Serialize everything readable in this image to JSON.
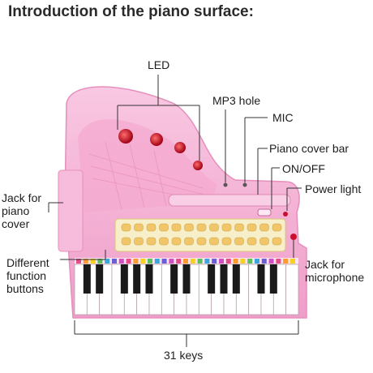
{
  "title": "Introduction of the piano surface:",
  "labels": {
    "led": "LED",
    "mp3_hole": "MP3 hole",
    "mic": "MIC",
    "cover_bar": "Piano cover bar",
    "on_off": "ON/OFF",
    "power_light": "Power light",
    "jack_cover": "Jack for\npiano\ncover",
    "function_buttons": "Different\nfunction\nbuttons",
    "jack_mic": "Jack for\nmicrophone",
    "keys": "31 keys"
  },
  "colors": {
    "piano_body": "#f6b3d6",
    "piano_shade": "#e58fbd",
    "led_red": "#c8102e",
    "button_panel": "#f5e6a8",
    "button": "#f1c56a",
    "black_key": "#1a1a1a",
    "white_key": "#ffffff",
    "line": "#333333"
  },
  "icons": [
    "led-icon",
    "star-icon",
    "heart-icon",
    "music-note-icon"
  ]
}
